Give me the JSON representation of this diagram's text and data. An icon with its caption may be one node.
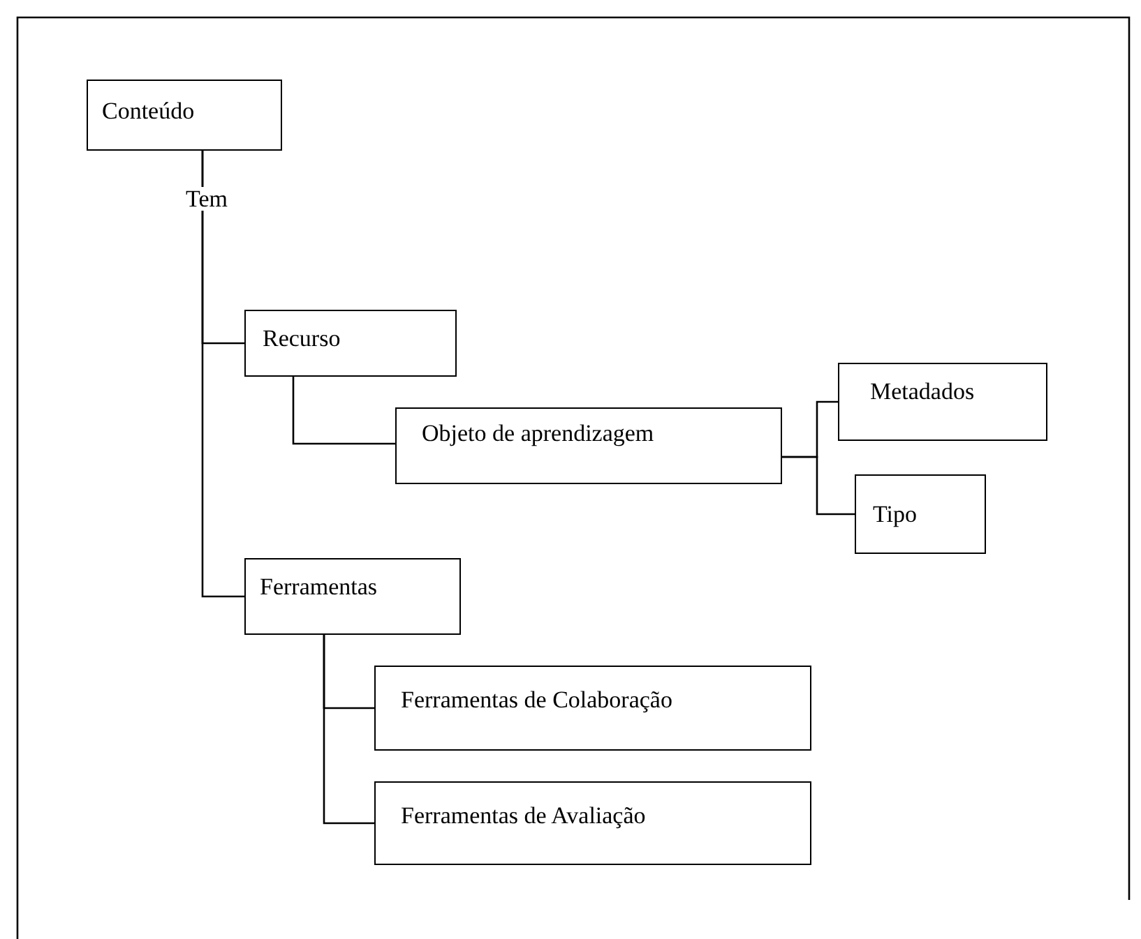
{
  "diagram": {
    "nodes": [
      {
        "text": [
          "Conteúdo"
        ]
      },
      {
        "text": [
          "Recurso"
        ]
      },
      {
        "text": [
          "Objeto de aprendizagem"
        ]
      },
      {
        "text": [
          "Metadados"
        ]
      },
      {
        "text": [
          "Tipo"
        ]
      },
      {
        "text": [
          "Ferramentas"
        ]
      },
      {
        "text": [
          "Ferramentas de Colaboração"
        ]
      },
      {
        "text": [
          "Ferramentas de Avaliação"
        ]
      }
    ],
    "edges": [
      {
        "from": 0,
        "to": 1,
        "arrow": "none",
        "label": "Tem"
      },
      {
        "from": 0,
        "to": 5,
        "arrow": "none"
      },
      {
        "from": 1,
        "to": 2,
        "arrow": "none"
      },
      {
        "from": 2,
        "to": 3,
        "arrow": "none"
      },
      {
        "from": 2,
        "to": 4,
        "arrow": "none"
      },
      {
        "from": 5,
        "to": 6,
        "arrow": "none"
      },
      {
        "from": 5,
        "to": 7,
        "arrow": "none"
      }
    ]
  }
}
